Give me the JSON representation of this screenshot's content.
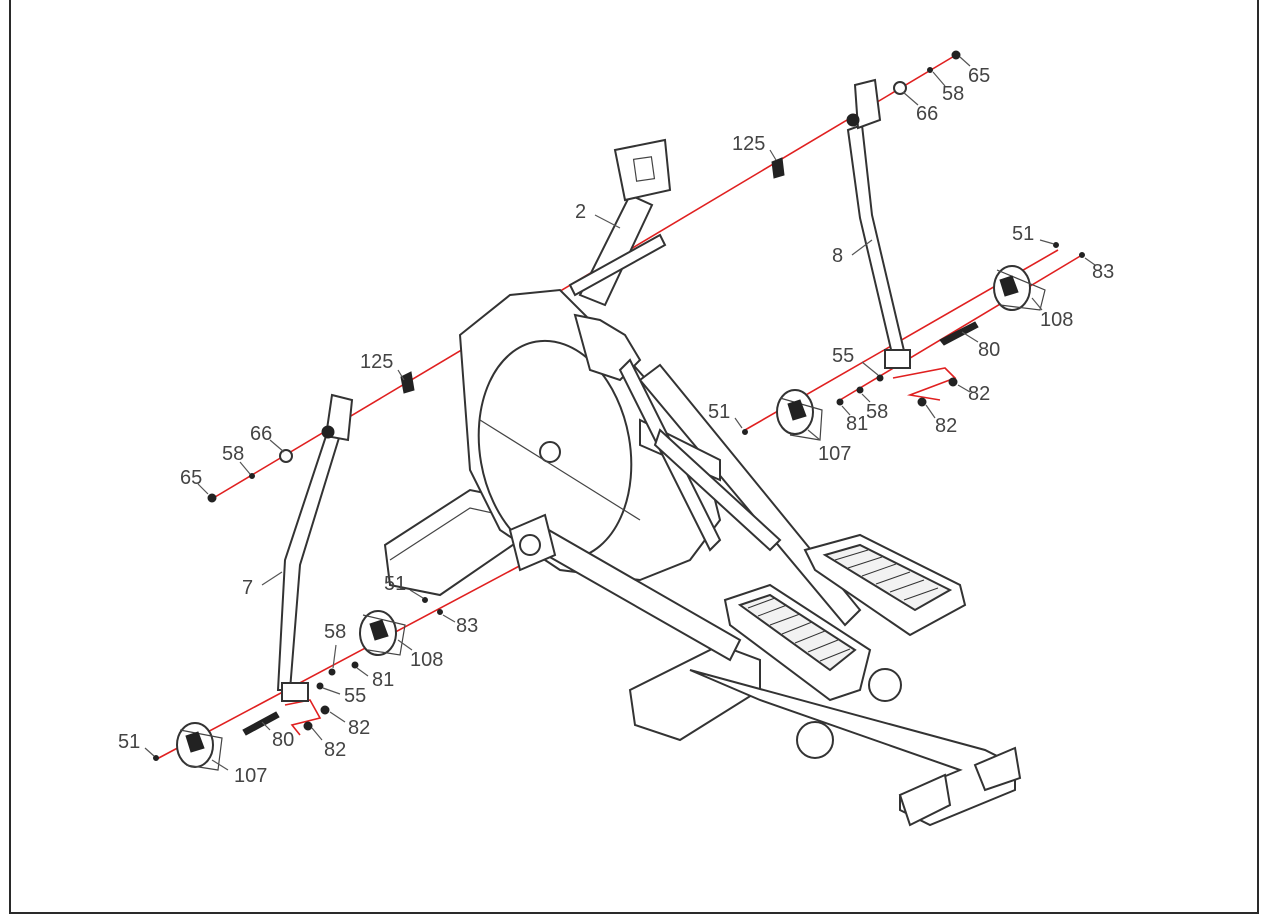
{
  "diagram": {
    "header_text": "",
    "axis_color": "#e02020",
    "callouts": {
      "p65_right": "65",
      "p58_right": "58",
      "p66_right": "66",
      "p125_right": "125",
      "p2": "2",
      "p8": "8",
      "p51_right_top": "51",
      "p83_right": "83",
      "p108_right": "108",
      "p80_right": "80",
      "p55_right": "55",
      "p82_right_a": "82",
      "p58_right_mid": "58",
      "p81_right": "81",
      "p82_right_b": "82",
      "p51_right_low": "51",
      "p107_right": "107",
      "p125_left": "125",
      "p66_left": "66",
      "p58_left": "58",
      "p65_left": "65",
      "p7": "7",
      "p51_left_mid": "51",
      "p83_left": "83",
      "p58_left_mid": "58",
      "p108_left": "108",
      "p81_left": "81",
      "p55_left": "55",
      "p82_left_a": "82",
      "p80_left": "80",
      "p82_left_b": "82",
      "p51_left_low": "51",
      "p107_left": "107"
    }
  }
}
